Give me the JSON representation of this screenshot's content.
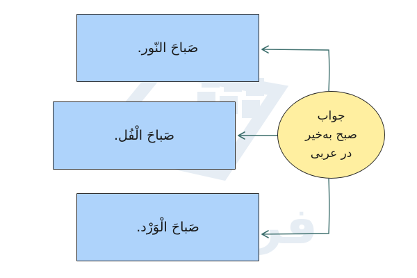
{
  "center": {
    "lines": [
      "جواب",
      "صبح به‌خیر",
      "در عربی"
    ]
  },
  "answers": [
    {
      "text": "صَباحَ النّور."
    },
    {
      "text": "صَباحَ الْفُل."
    },
    {
      "text": "صَباحَ الْوَرْد."
    }
  ],
  "watermark": {
    "text": "فرادرس"
  },
  "colors": {
    "box_fill": "#aed3fb",
    "circle_fill": "#ffefa0",
    "stroke": "#2b2b2b",
    "arrow": "#3c6e6c"
  }
}
